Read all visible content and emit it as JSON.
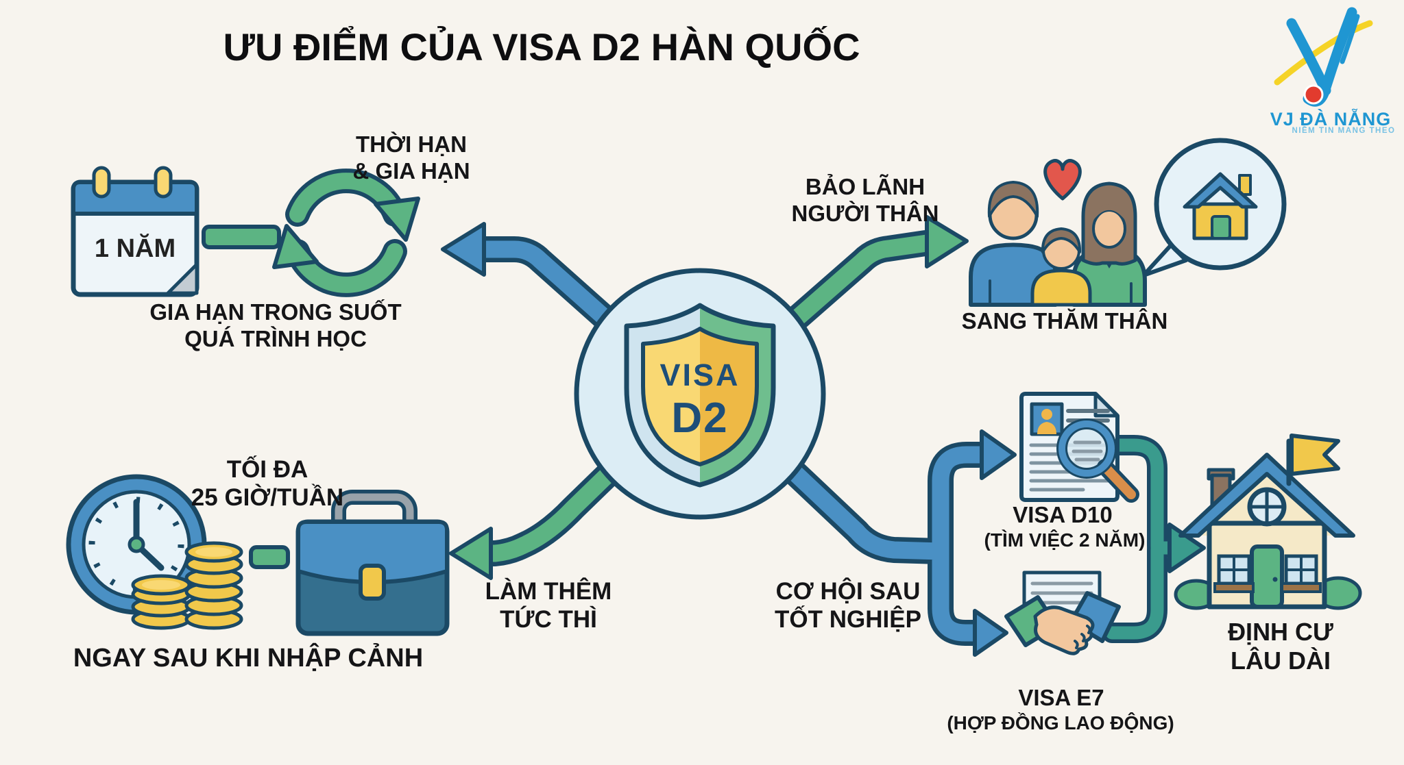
{
  "title": "ƯU ĐIỂM CỦA VISA D2 HÀN QUỐC",
  "logo": {
    "name": "VJ ĐÀ NẴNG",
    "tagline": "NIỀM TIN MANG THEO"
  },
  "badge": {
    "line1": "VISA",
    "line2": "D2"
  },
  "duration": {
    "calendar": "1 NĂM",
    "label": "THỜI HẠN\n& GIA HẠN",
    "caption": "GIA HẠN TRONG SUỐT\nQUÁ TRÌNH HỌC"
  },
  "family": {
    "label": "BẢO LÃNH\nNGƯỜI THÂN",
    "caption": "SANG THĂM THÂN"
  },
  "work": {
    "hours": "TỐI ĐA\n25 GIỜ/TUẦN",
    "label": "LÀM THÊM\nTỨC THÌ",
    "caption": "NGAY SAU KHI NHẬP CẢNH"
  },
  "graduation": {
    "label": "CƠ HỘI SAU\nTỐT NGHIỆP",
    "d10_title": "VISA D10",
    "d10_sub": "(TÌM VIỆC 2 NĂM)",
    "e7_title": "VISA E7",
    "e7_sub": "(HỢP ĐỒNG LAO ĐỘNG)",
    "settle": "ĐỊNH CƯ\nLÂU DÀI"
  },
  "colors": {
    "background": "#f7f4ee",
    "outline_navy": "#1b4965",
    "arrow_blue": "#4a90c4",
    "arrow_green": "#5cb483",
    "arrow_teal": "#3a9b8d",
    "gold": "#f1c84b",
    "gold_light": "#f9d873",
    "badge_circle": "#dcedf5",
    "shield_left": "#cfe4ef",
    "shield_right": "#6fbe8e",
    "shield_text": "#1d4e79",
    "text_dark": "#151517",
    "red_heart": "#e2574c",
    "skin": "#f2c79e",
    "hair_brown": "#8b7360",
    "paper": "#eef5f9",
    "logo_blue": "#1f96d2",
    "logo_yellow": "#f5d327",
    "logo_red": "#e23b2e",
    "cream_house": "#f5e9c8"
  }
}
